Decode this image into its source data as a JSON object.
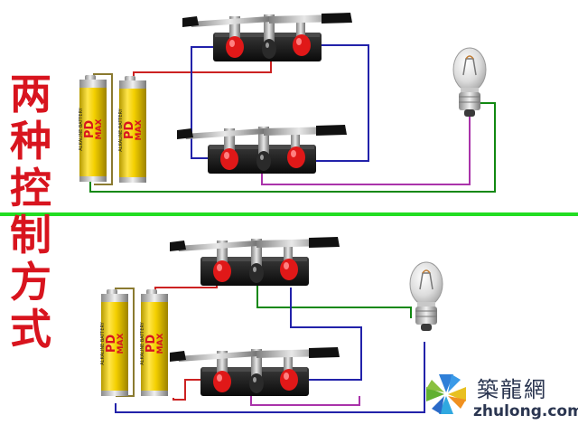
{
  "title_chars": [
    "两",
    "种",
    "控",
    "制",
    "方",
    "式"
  ],
  "battery": {
    "brand": "PD",
    "model": "MAX",
    "subtitle": "ALKALINE BATTERY"
  },
  "logo": {
    "chinese": "築龍網",
    "url": "zhulong.com"
  },
  "colors": {
    "title": "#d8141e",
    "divider": "#22dd22",
    "wire_blue": "#2222aa",
    "wire_red": "#cc2222",
    "wire_green": "#118811",
    "wire_purple": "#aa33aa",
    "wire_brown": "#8a7a30",
    "battery_body": "#f0d000",
    "switch_base": "#1a1a1a"
  }
}
